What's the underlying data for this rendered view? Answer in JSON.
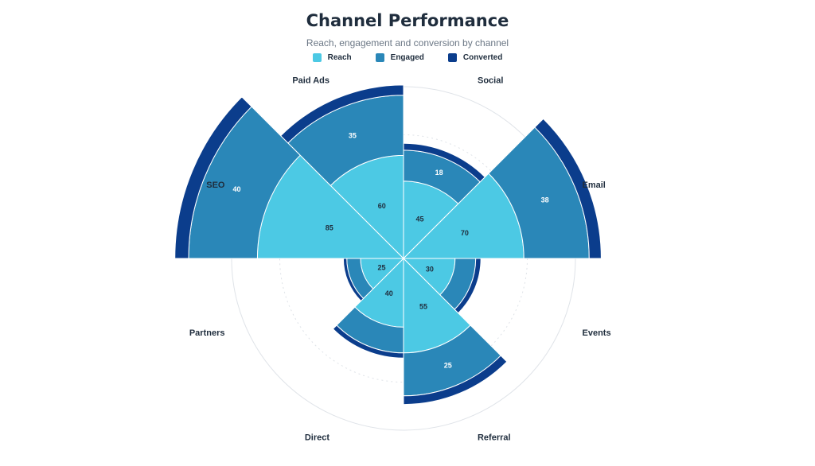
{
  "chart_data": {
    "type": "polar-area",
    "title": "Channel Performance",
    "subtitle": "Reach, engagement and conversion by channel",
    "categories": [
      "Social",
      "Email",
      "Events",
      "Referral",
      "Direct",
      "Partners",
      "SEO",
      "Paid Ads"
    ],
    "series": [
      {
        "name": "Reach",
        "color": "#4cc9e4",
        "values": [
          45,
          70,
          30,
          55,
          40,
          25,
          85,
          60
        ]
      },
      {
        "name": "Engaged",
        "color": "#2a87b8",
        "values": [
          18,
          38,
          12,
          25,
          15,
          8,
          40,
          35
        ]
      },
      {
        "name": "Converted",
        "color": "#0b3d8c",
        "values": [
          4,
          7,
          3,
          5,
          3,
          2,
          8,
          6
        ]
      }
    ],
    "stacked": true,
    "r_max": 100,
    "legend_position": "top-center",
    "value_labels": [
      {
        "series": "Reach",
        "category": "Social",
        "text": "45"
      },
      {
        "series": "Reach",
        "category": "Email",
        "text": "70"
      },
      {
        "series": "Reach",
        "category": "Events",
        "text": "30"
      },
      {
        "series": "Reach",
        "category": "Referral",
        "text": "55"
      },
      {
        "series": "Reach",
        "category": "Direct",
        "text": "40"
      },
      {
        "series": "Reach",
        "category": "Partners",
        "text": "25"
      },
      {
        "series": "Reach",
        "category": "SEO",
        "text": "85"
      },
      {
        "series": "Reach",
        "category": "Paid Ads",
        "text": "60"
      },
      {
        "series": "Engaged",
        "category": "Social",
        "text": "18"
      },
      {
        "series": "Engaged",
        "category": "Email",
        "text": "38"
      },
      {
        "series": "Engaged",
        "category": "Referral",
        "text": "25"
      },
      {
        "series": "Engaged",
        "category": "SEO",
        "text": "40"
      },
      {
        "series": "Engaged",
        "category": "Paid Ads",
        "text": "35"
      }
    ]
  }
}
